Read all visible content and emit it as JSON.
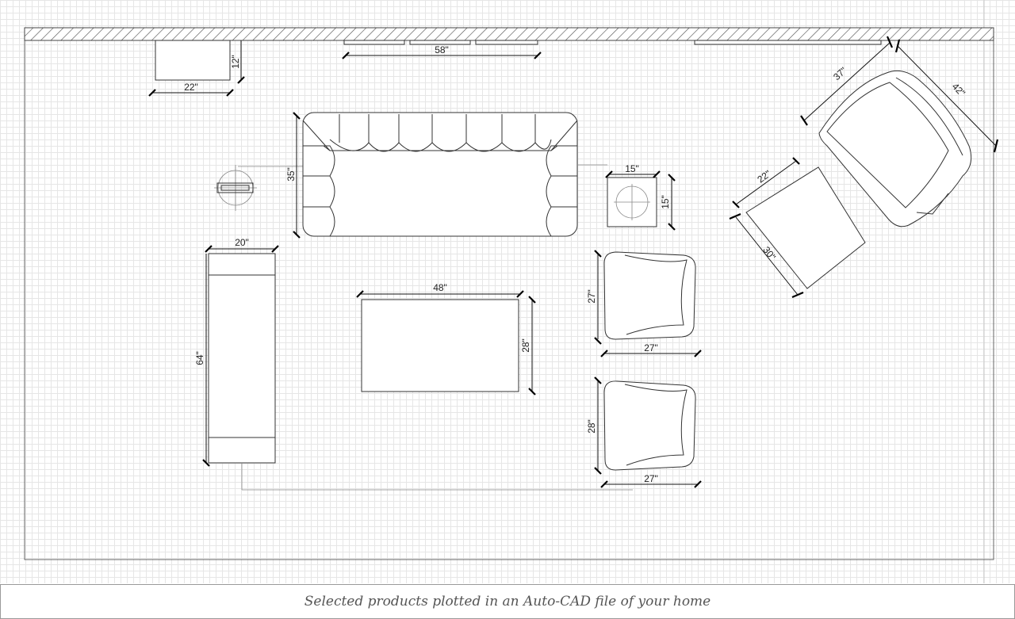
{
  "caption": "Selected products plotted in an Auto-CAD file of your home",
  "colors": {
    "line": "#333333",
    "grid": "#e6e6e6",
    "caption": "#555555"
  },
  "dimensions": {
    "console_width": "22\"",
    "console_depth": "12\"",
    "window_width": "58\"",
    "sofa_depth": "35\"",
    "side_table_width": "15\"",
    "side_table_depth": "15\"",
    "bench_width": "20\"",
    "bench_length": "64\"",
    "coffee_table_width": "48\"",
    "coffee_table_depth": "28\"",
    "chair1_depth": "27\"",
    "chair1_width": "27\"",
    "chair2_depth": "28\"",
    "chair2_width": "27\"",
    "ottoman_width": "22\"",
    "ottoman_length": "30\"",
    "lounge_chair_width": "37\"",
    "lounge_chair_depth": "42\""
  }
}
